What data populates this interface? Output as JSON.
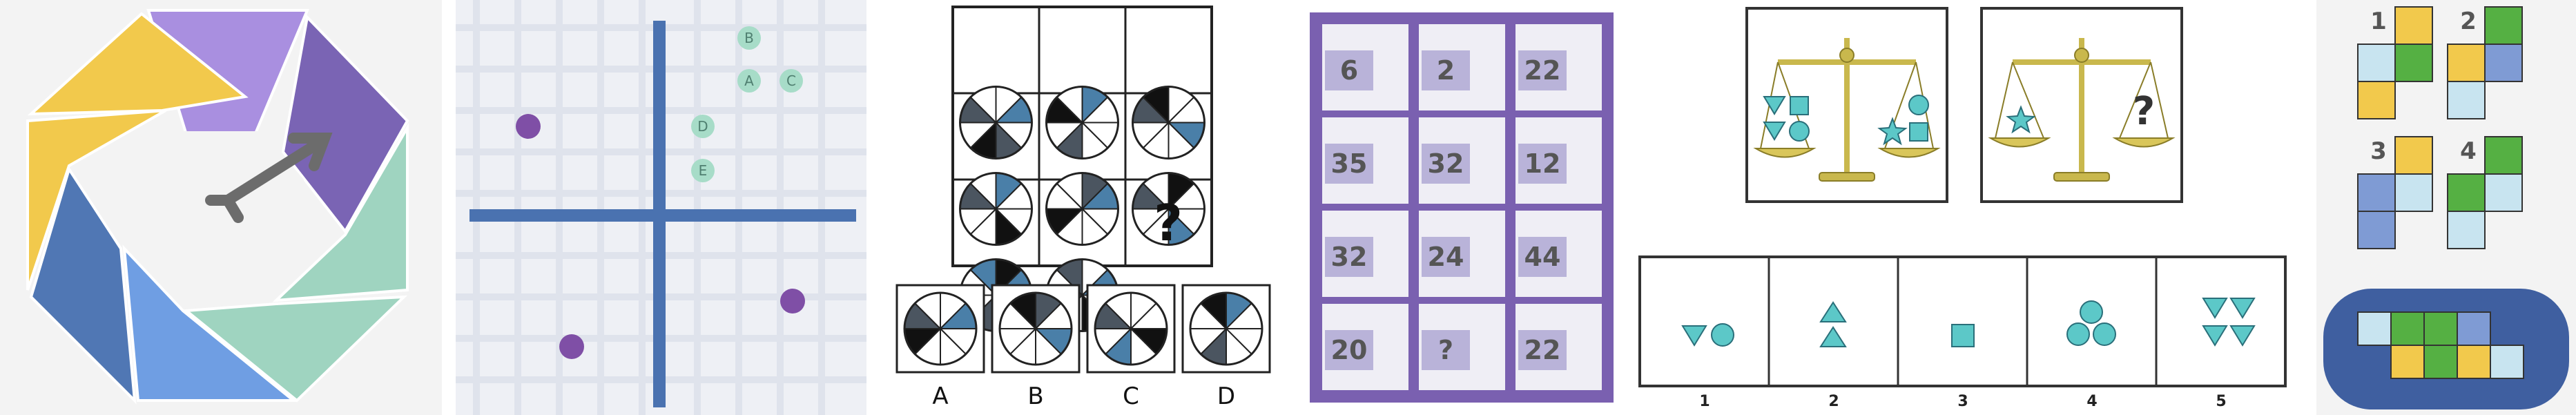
{
  "colors": {
    "purple": "#7a64b4",
    "light_purple": "#a98fe0",
    "yellow": "#f2c94c",
    "steel_blue": "#5077b4",
    "sky_blue": "#6f9ee3",
    "mint": "#9fd4c0",
    "slate_blue": "#4a72b0",
    "violet": "#7f4fa6",
    "wheel_blue": "#4a7fa8",
    "wheel_gray": "#4b5560",
    "teal": "#5cc8c8",
    "gold": "#d9c65a",
    "green": "#55b043",
    "light_blue": "#c8e4f0",
    "navy_panel": "#3f5fa0",
    "grid_bg": "#eef0f5"
  },
  "panel2": {
    "labels": [
      "B",
      "A",
      "C",
      "D",
      "E"
    ]
  },
  "panel3": {
    "question_mark": "?",
    "options": [
      "A",
      "B",
      "C",
      "D"
    ]
  },
  "panel4": {
    "cells": [
      "6",
      "2",
      "22",
      "35",
      "32",
      "12",
      "32",
      "24",
      "44",
      "20",
      "?",
      "22"
    ]
  },
  "panel5": {
    "question_mark": "?",
    "options": [
      "1",
      "2",
      "3",
      "4",
      "5"
    ]
  },
  "panel6": {
    "pieces": [
      "1",
      "2",
      "3",
      "4"
    ]
  }
}
